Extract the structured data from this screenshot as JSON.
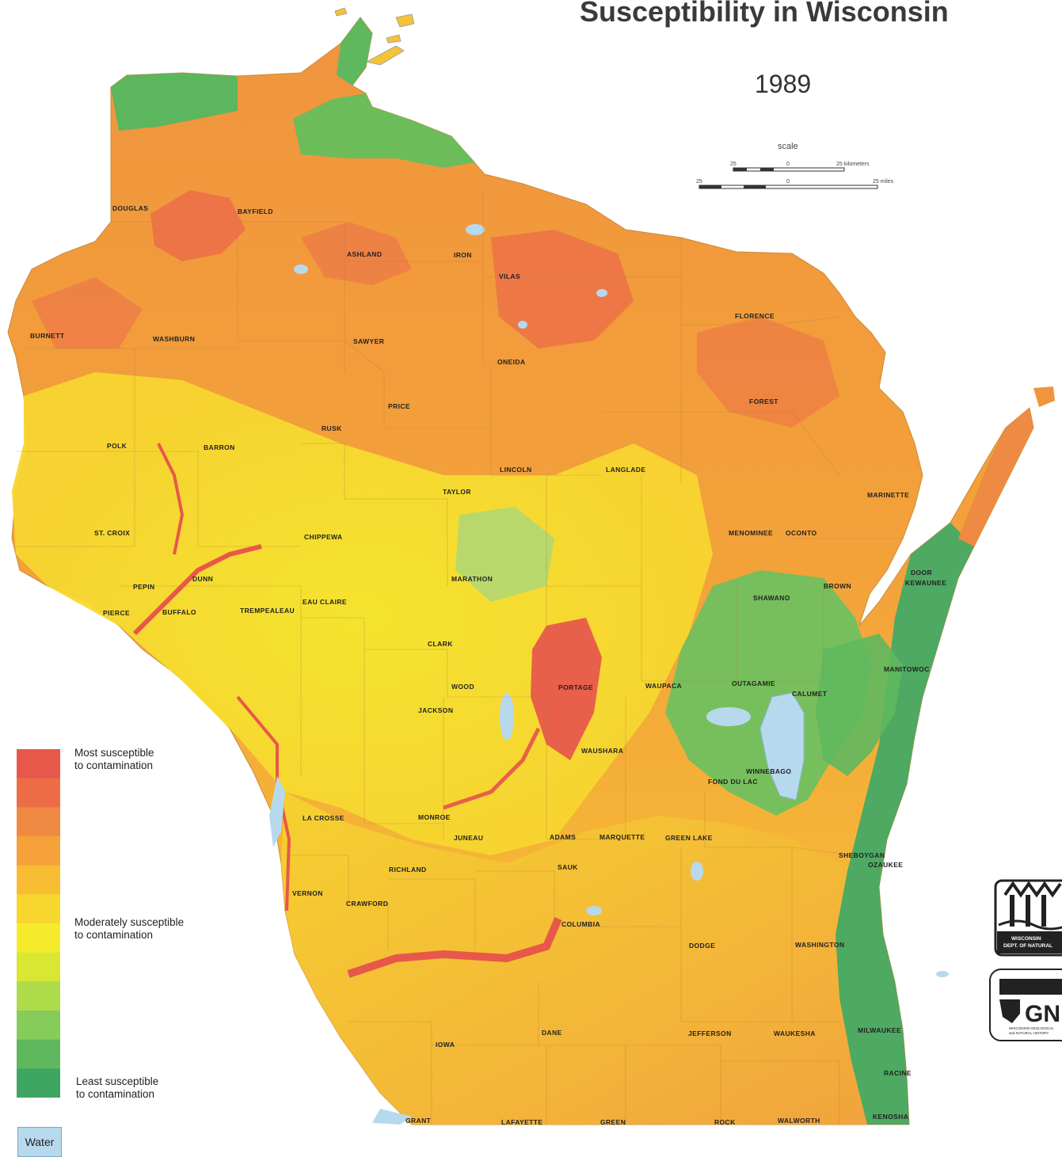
{
  "title": "Susceptibility in Wisconsin",
  "year": "1989",
  "scale": {
    "label": "scale",
    "km_left": "25",
    "km_zero": "0",
    "km_right": "25 kilometers",
    "mi_left": "25",
    "mi_zero": "0",
    "mi_right": "25 miles"
  },
  "legend": {
    "most": "Most susceptible\nto contamination",
    "moderate": "Moderately susceptible\nto contamination",
    "least": "Least susceptible\nto contamination",
    "water": "Water",
    "colors": [
      "#e8584a",
      "#ec6c46",
      "#f08a42",
      "#f5a23a",
      "#f8bd32",
      "#f7d62e",
      "#f5eb2c",
      "#d9e632",
      "#aedb4a",
      "#86cc5a",
      "#5fb85e",
      "#3fa562"
    ],
    "water_color": "#b7d9ee"
  },
  "counties": [
    "DOUGLAS",
    "BAYFIELD",
    "ASHLAND",
    "IRON",
    "VILAS",
    "FLORENCE",
    "BURNETT",
    "WASHBURN",
    "SAWYER",
    "ONEIDA",
    "FOREST",
    "PRICE",
    "RUSK",
    "POLK",
    "BARRON",
    "LINCOLN",
    "LANGLADE",
    "TAYLOR",
    "MARINETTE",
    "ST. CROIX",
    "CHIPPEWA",
    "MENOMINEE",
    "OCONTO",
    "DOOR",
    "KEWAUNEE",
    "PEPIN",
    "DUNN",
    "MARATHON",
    "BROWN",
    "SHAWANO",
    "EAU CLAIRE",
    "PIERCE",
    "BUFFALO",
    "TREMPEALEAU",
    "CLARK",
    "MANITOWOC",
    "WOOD",
    "PORTAGE",
    "WAUPACA",
    "OUTAGAMIE",
    "CALUMET",
    "JACKSON",
    "WAUSHARA",
    "WINNEBAGO",
    "FOND DU LAC",
    "LA CROSSE",
    "MONROE",
    "JUNEAU",
    "ADAMS",
    "MARQUETTE",
    "GREEN LAKE",
    "SHEBOYGAN",
    "OZAUKEE",
    "RICHLAND",
    "SAUK",
    "VERNON",
    "CRAWFORD",
    "COLUMBIA",
    "DODGE",
    "WASHINGTON",
    "DANE",
    "IOWA",
    "JEFFERSON",
    "WAUKESHA",
    "MILWAUKEE",
    "RACINE",
    "GRANT",
    "LAFAYETTE",
    "GREEN",
    "ROCK",
    "WALWORTH",
    "KENOSHA"
  ],
  "logos": {
    "dnr": "WISCONSIN\nDEPT. OF NATURAL",
    "ugs_letters": "GN",
    "ugs_caption": "WISCONSIN GEOLOGICAL\nand NATURAL HISTORY"
  }
}
